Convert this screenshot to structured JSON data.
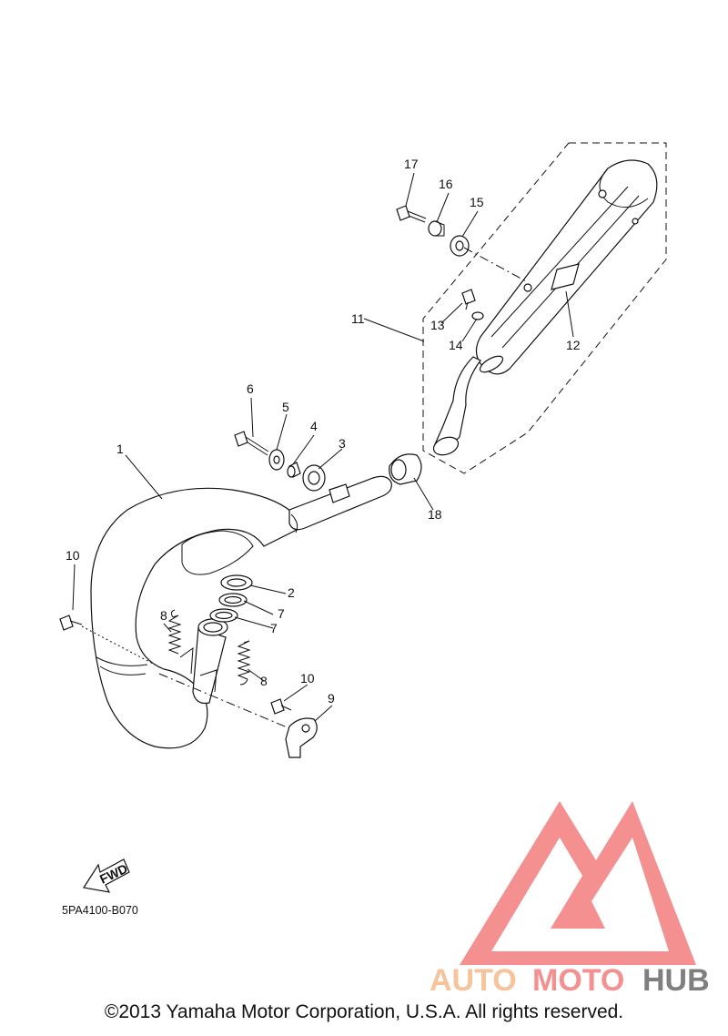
{
  "diagram": {
    "drawing_code": "5PA4100-B070",
    "fwd_label": "FWD",
    "copyright": "©2013 Yamaha Motor Corporation, U.S.A. All rights reserved.",
    "callouts": {
      "c1": "1",
      "c2": "2",
      "c3": "3",
      "c4": "4",
      "c5": "5",
      "c6": "6",
      "c7a": "7",
      "c7b": "7",
      "c8a": "8",
      "c8b": "8",
      "c9": "9",
      "c10a": "10",
      "c10b": "10",
      "c11": "11",
      "c12": "12",
      "c13": "13",
      "c14": "14",
      "c15": "15",
      "c16": "16",
      "c17": "17",
      "c18": "18"
    }
  },
  "watermark": {
    "brand_part1": "AUTO",
    "brand_part2": "MOTO",
    "brand_part3": "HUB",
    "colors": {
      "primary": "#f26b6b",
      "secondary": "#f5b07a",
      "dark": "#555555"
    }
  }
}
